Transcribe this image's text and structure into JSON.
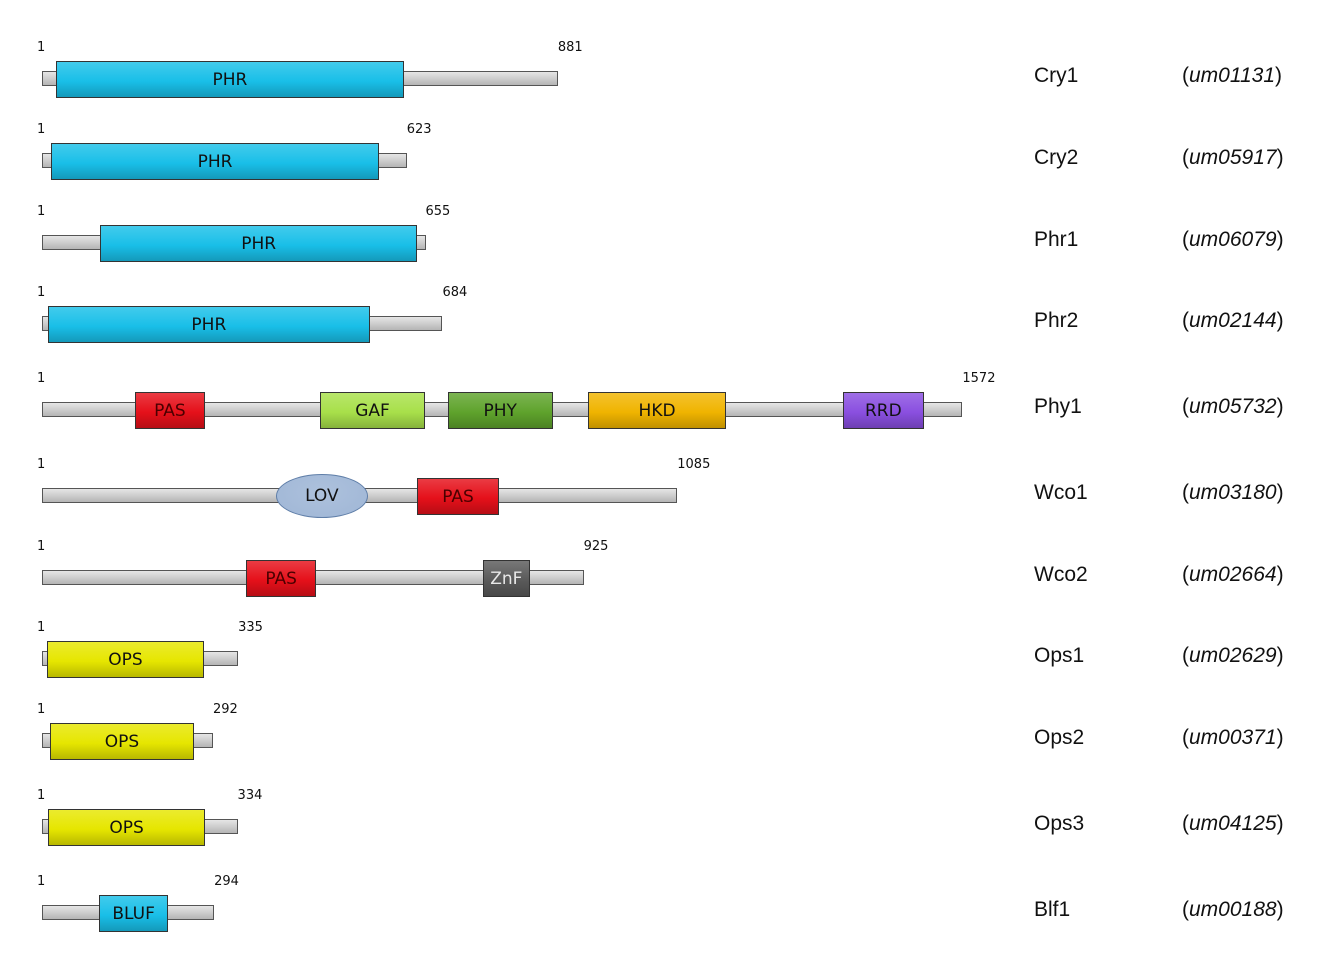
{
  "scale_note": "amino-acid coordinates",
  "domain_colors": {
    "PHR": "#19bfe8",
    "PAS": "#e5101a",
    "GAF": "#a8e04a",
    "PHY": "#5fa32c",
    "HKD": "#f0b400",
    "RRD": "#8a4fe0",
    "LOV": "#9fb6d6",
    "ZnF": "#5a5a5a",
    "OPS": "#e6e600",
    "BLUF": "#19bfe8"
  },
  "proteins": [
    {
      "name": "Cry1",
      "id": "um01131",
      "start_label": "1",
      "length": 881,
      "end_label": "881",
      "domains": [
        {
          "label": "PHR",
          "start": 24,
          "end": 618,
          "shape": "box"
        }
      ]
    },
    {
      "name": "Cry2",
      "id": "um05917",
      "start_label": "1",
      "length": 623,
      "end_label": "623",
      "domains": [
        {
          "label": "PHR",
          "start": 15,
          "end": 576,
          "shape": "box"
        }
      ]
    },
    {
      "name": "Phr1",
      "id": "um06079",
      "start_label": "1",
      "length": 655,
      "end_label": "655",
      "domains": [
        {
          "label": "PHR",
          "start": 99,
          "end": 641,
          "shape": "box"
        }
      ]
    },
    {
      "name": "Phr2",
      "id": "um02144",
      "start_label": "1",
      "length": 684,
      "end_label": "684",
      "domains": [
        {
          "label": "PHR",
          "start": 10,
          "end": 560,
          "shape": "box"
        }
      ]
    },
    {
      "name": "Phy1",
      "id": "um05732",
      "start_label": "1",
      "length": 1572,
      "end_label": "1572",
      "domains": [
        {
          "label": "PAS",
          "start": 158,
          "end": 279,
          "shape": "box"
        },
        {
          "label": "GAF",
          "start": 475,
          "end": 654,
          "shape": "box"
        },
        {
          "label": "PHY",
          "start": 693,
          "end": 872,
          "shape": "box"
        },
        {
          "label": "HKD",
          "start": 932,
          "end": 1169,
          "shape": "box"
        },
        {
          "label": "RRD",
          "start": 1368,
          "end": 1506,
          "shape": "box"
        }
      ]
    },
    {
      "name": "Wco1",
      "id": "um03180",
      "start_label": "1",
      "length": 1085,
      "end_label": "1085",
      "domains": [
        {
          "label": "LOV",
          "start": 399,
          "end": 557,
          "shape": "ellipse"
        },
        {
          "label": "PAS",
          "start": 641,
          "end": 780,
          "shape": "box"
        }
      ]
    },
    {
      "name": "Wco2",
      "id": "um02664",
      "start_label": "1",
      "length": 925,
      "end_label": "925",
      "domains": [
        {
          "label": "PAS",
          "start": 349,
          "end": 468,
          "shape": "box"
        },
        {
          "label": "ZnF",
          "start": 753,
          "end": 833,
          "shape": "box"
        }
      ]
    },
    {
      "name": "Ops1",
      "id": "um02629",
      "start_label": "1",
      "length": 335,
      "end_label": "335",
      "domains": [
        {
          "label": "OPS",
          "start": 9,
          "end": 276,
          "shape": "box"
        }
      ]
    },
    {
      "name": "Ops2",
      "id": "um00371",
      "start_label": "1",
      "length": 292,
      "end_label": "292",
      "domains": [
        {
          "label": "OPS",
          "start": 14,
          "end": 259,
          "shape": "box"
        }
      ]
    },
    {
      "name": "Ops3",
      "id": "um04125",
      "start_label": "1",
      "length": 334,
      "end_label": "334",
      "domains": [
        {
          "label": "OPS",
          "start": 10,
          "end": 279,
          "shape": "box"
        }
      ]
    },
    {
      "name": "Blf1",
      "id": "um00188",
      "start_label": "1",
      "length": 294,
      "end_label": "294",
      "domains": [
        {
          "label": "BLUF",
          "start": 97,
          "end": 216,
          "shape": "box"
        }
      ]
    }
  ]
}
